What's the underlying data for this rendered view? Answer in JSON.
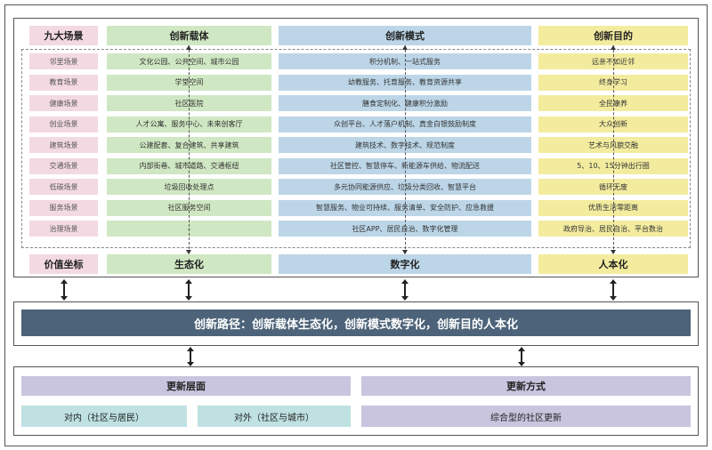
{
  "top": {
    "headers": {
      "scenes": "九大场景",
      "carrier": "创新载体",
      "mode": "创新模式",
      "goal": "创新目的"
    },
    "scenes": [
      "邻里场景",
      "教育场景",
      "健康场景",
      "创业场景",
      "建筑场景",
      "交通场景",
      "低碳场景",
      "服务场景",
      "治理场景"
    ],
    "carrier": [
      "文化公园、公共空间、城市公园",
      "学堂空间",
      "社区医院",
      "人才公寓、服务中心、未来创客厅",
      "公建配套、复合建筑、共享建筑",
      "内部街巷、城市道路、交通枢纽",
      "垃圾回收处理点",
      "社区服务空间",
      "-"
    ],
    "mode": [
      "积分机制、一站式服务",
      "幼教服务、托育服务、教育资源共享",
      "膳食定制化、健康积分激励",
      "众创平台、人才落户机制、真金白银鼓励制度",
      "建筑技术、数字技术、规范制度",
      "社区管控、智慧停车、新能源车供给、物流配送",
      "多元协同能源供应、垃圾分类回收、智慧平台",
      "智慧服务、物业可持续、服务清单、安全防护、应急救援",
      "社区APP、居民自治、数字化管理"
    ],
    "goal": [
      "远亲不如近邻",
      "终身学习",
      "全民康养",
      "大众创新",
      "艺术与风貌交融",
      "5、10、15分钟出行圈",
      "循环无废",
      "优质生活零距离",
      "政府导治、居民自治、平台数治"
    ],
    "footers": {
      "scenes": "价值坐标",
      "carrier": "生态化",
      "mode": "数字化",
      "goal": "人本化"
    }
  },
  "path": "创新路径：创新载体生态化，创新模式数字化，创新目的人本化",
  "bottom": {
    "level_header": "更新层面",
    "method_header": "更新方式",
    "inner": "对内（社区与居民）",
    "outer": "对外（社区与城市）",
    "method": "综合型的社区更新"
  },
  "colors": {
    "pink": "#f3d9e2",
    "green": "#cfe7c2",
    "blue": "#bcd6e8",
    "yellow": "#f3ec9f",
    "band": "#4d6379",
    "purple": "#c9c5df",
    "teal": "#bfe1e2"
  }
}
